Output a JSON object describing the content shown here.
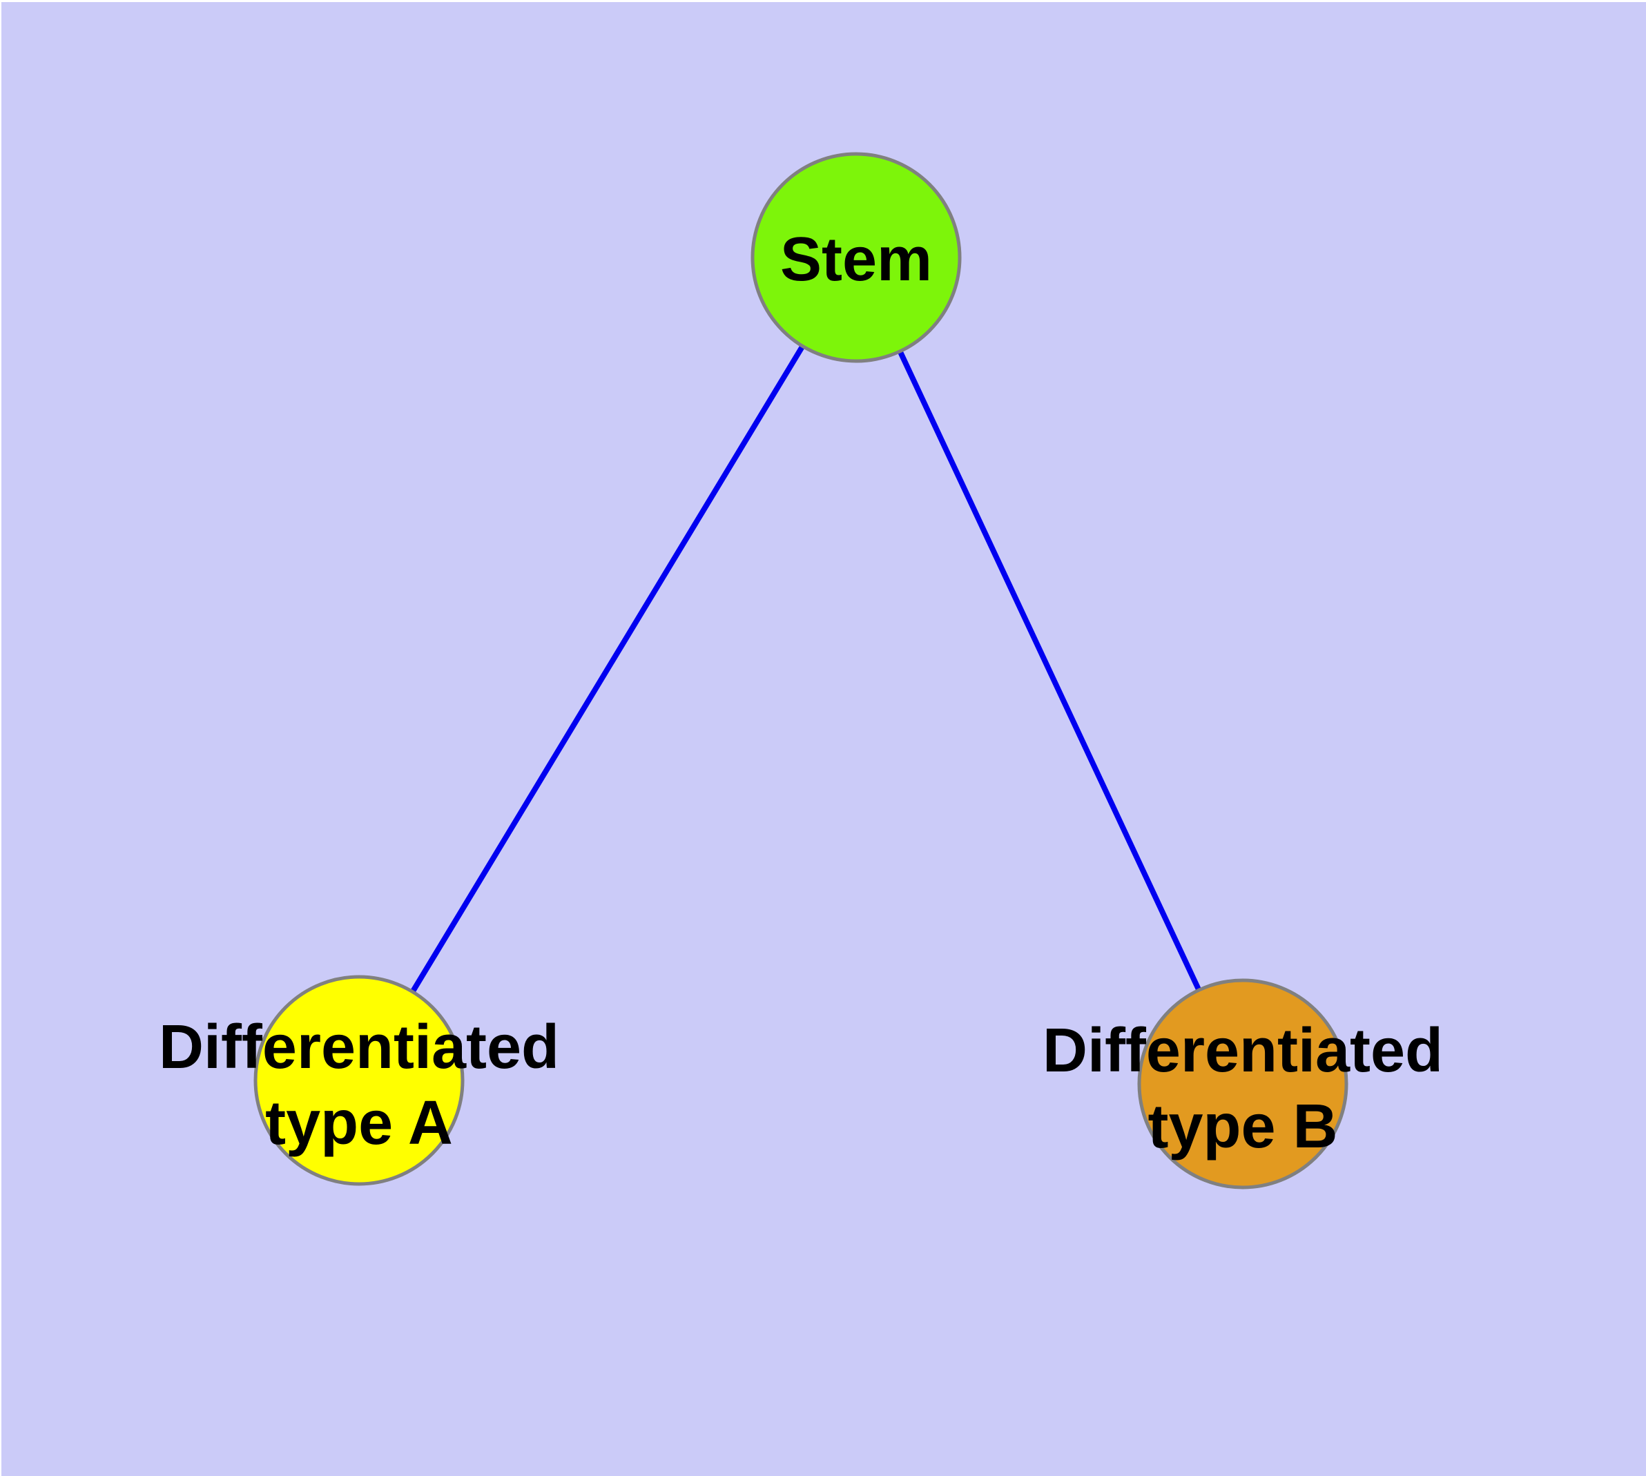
{
  "diagram": {
    "type": "node-link-graph",
    "colors": {
      "page_margin": "#FFFFFF",
      "background": "#CBCBF8",
      "edge": "#0000F0",
      "node_border": "#808080",
      "label_text": "#000000"
    },
    "nodes": {
      "stem": {
        "label": "Stem",
        "fill": "#7DF50A"
      },
      "type_a": {
        "label_line1": "Differentiated",
        "label_line2": "type A",
        "fill": "#FFFF00"
      },
      "type_b": {
        "label_line1": "Differentiated",
        "label_line2": "type B",
        "fill": "#E29A20"
      }
    },
    "edges": [
      {
        "from": "Stem",
        "to": "Differentiated type A"
      },
      {
        "from": "Stem",
        "to": "Differentiated type B"
      }
    ]
  }
}
